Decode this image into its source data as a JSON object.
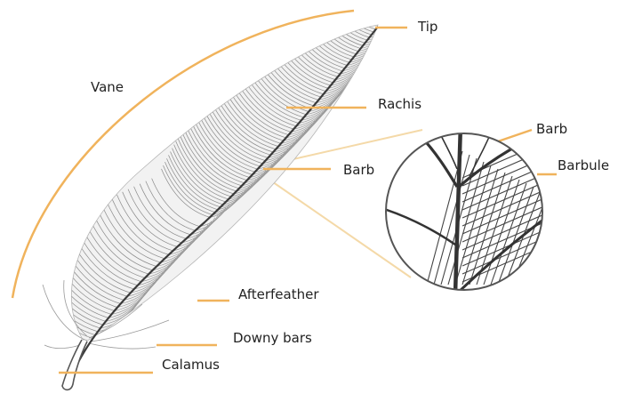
{
  "diagram": {
    "labels": {
      "tip": "Tip",
      "vane": "Vane",
      "rachis": "Rachis",
      "barb": "Barb",
      "barb_detail": "Barb",
      "barbule": "Barbule",
      "afterfeather": "Afterfeather",
      "downy_bars": "Downy bars",
      "calamus": "Calamus"
    },
    "colors": {
      "leader_line": "#f0b35c",
      "zoom_line": "#f4d9a8",
      "feather_ink": "#333333",
      "text": "#222222"
    }
  }
}
